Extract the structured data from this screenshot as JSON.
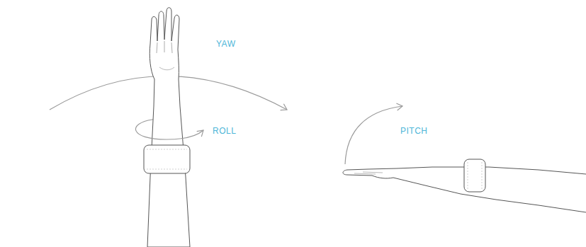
{
  "diagram": {
    "labels": [
      "YAW",
      "ROLL",
      "PITCH"
    ]
  }
}
